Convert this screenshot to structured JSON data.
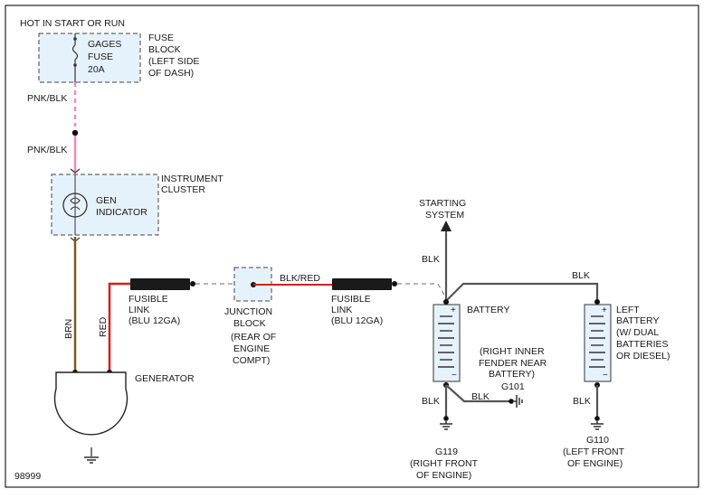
{
  "diagram_id": "98999",
  "labels": {
    "hot_in": "HOT IN START OR RUN",
    "fuse_name": [
      "GAGES",
      "FUSE",
      "20A"
    ],
    "fuse_block": [
      "FUSE",
      "BLOCK",
      "(LEFT SIDE",
      "OF DASH)"
    ],
    "pnk_blk_upper": "PNK/BLK",
    "pnk_blk_lower": "PNK/BLK",
    "instrument_cluster": [
      "INSTRUMENT",
      "CLUSTER"
    ],
    "gen_indicator": [
      "GEN",
      "INDICATOR"
    ],
    "brn": "BRN",
    "red": "RED",
    "generator": "GENERATOR",
    "fusible_link_left": [
      "FUSIBLE",
      "LINK",
      "(BLU 12GA)"
    ],
    "junction_block": [
      "JUNCTION",
      "BLOCK",
      "(REAR OF",
      "ENGINE",
      "COMPT)"
    ],
    "blk_red": "BLK/RED",
    "fusible_link_right": [
      "FUSIBLE",
      "LINK",
      "(BLU 12GA)"
    ],
    "starting_system": [
      "STARTING",
      "SYSTEM"
    ],
    "blk_up": "BLK",
    "blk_top": "BLK",
    "battery": "BATTERY",
    "left_battery": [
      "LEFT",
      "BATTERY",
      "(W/ DUAL",
      "BATTERIES",
      "OR DIESEL)"
    ],
    "right_inner": [
      "(RIGHT INNER",
      "FENDER NEAR",
      "BATTERY)"
    ],
    "g101": "G101",
    "blk_g101": "BLK",
    "blk_bat_down": "BLK",
    "blk_left_down": "BLK",
    "g119": [
      "G119",
      "(RIGHT FRONT",
      "OF ENGINE)"
    ],
    "g110": [
      "G110",
      "(LEFT FRONT",
      "OF ENGINE)"
    ]
  },
  "colors": {
    "pnk_blk": "#f08cb4",
    "brown": "#7a5a1e",
    "red": "#d42020",
    "black": "#444444",
    "fusible_link": "#1a1a1a",
    "box_fill": "#e6f2fb"
  }
}
